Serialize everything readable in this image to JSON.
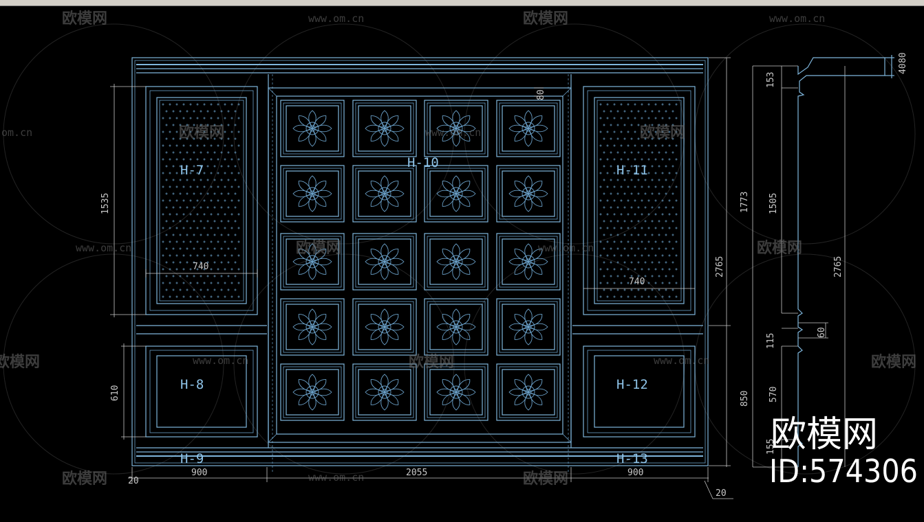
{
  "drawing": {
    "panel_labels": [
      "H-7",
      "H-8",
      "H-9",
      "H-10",
      "H-11",
      "H-12",
      "H-13"
    ],
    "dimensions": {
      "left_height": "1535",
      "left_low_height": "610",
      "left_width": "740",
      "right_width": "740",
      "right_height_1773": "1773",
      "total_height": "2765",
      "lower_height": "850",
      "bottom_left": "900",
      "bottom_center": "2055",
      "bottom_right": "900",
      "corner_20": "20",
      "bottom_20": "20",
      "top_80": "80",
      "section_153": "153",
      "section_1505": "1505",
      "section_2765": "2765",
      "section_115": "115",
      "section_570": "570",
      "section_155": "155",
      "section_60": "60",
      "section_40": "40",
      "section_80": "80"
    }
  },
  "watermark": {
    "text": "欧模网",
    "url": "www.om.cn",
    "url_short": "om.cn",
    "partial": "欧模网"
  },
  "brand": {
    "name": "欧模网",
    "id": "ID:574306"
  },
  "colors": {
    "background": "#000000",
    "lines": "#7fb6dc",
    "dimensions": "#c8c8c8",
    "brand": "#ffffff"
  }
}
